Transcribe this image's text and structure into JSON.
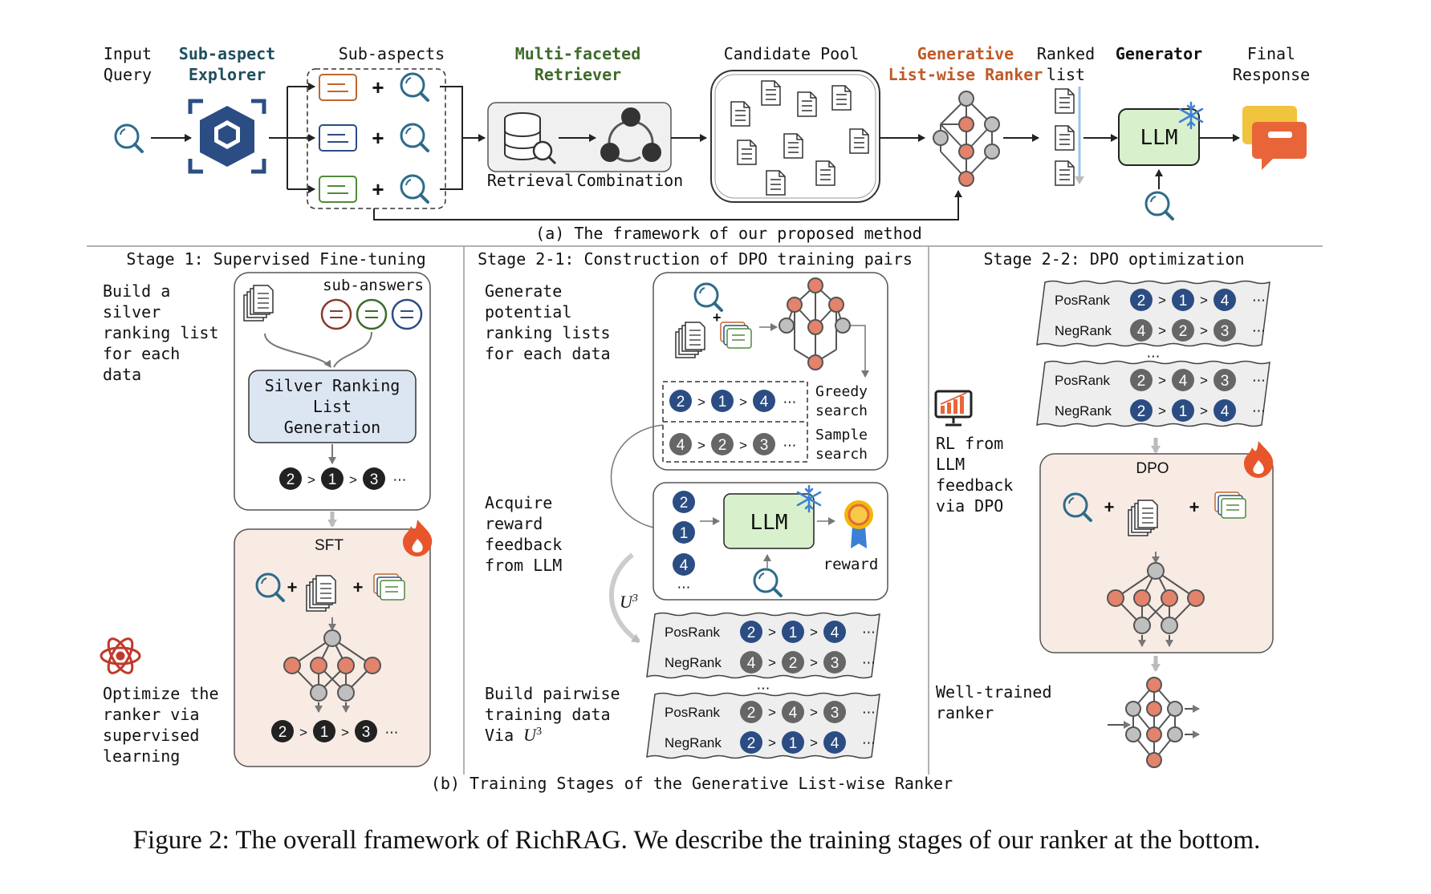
{
  "top": {
    "input_query": [
      "Input",
      "Query"
    ],
    "sub_aspect_explorer": [
      "Sub-aspect",
      "Explorer"
    ],
    "sub_aspects": "Sub-aspects",
    "multi_faceted_retriever": [
      "Multi-faceted",
      "Retriever"
    ],
    "retrieval": "Retrieval",
    "combination": "Combination",
    "candidate_pool": "Candidate Pool",
    "generative_ranker": [
      "Generative",
      "List-wise Ranker"
    ],
    "ranked_list": [
      "Ranked",
      "list"
    ],
    "generator": "Generator",
    "llm": "LLM",
    "final_response": [
      "Final",
      "Response"
    ],
    "caption_a": "(a) The framework of our proposed method"
  },
  "stage1": {
    "title": "Stage 1: Supervised Fine-tuning",
    "build_text": [
      "Build a",
      "silver",
      "ranking list",
      "for each",
      "data"
    ],
    "sub_answers": "sub-answers",
    "silver_box": [
      "Silver Ranking",
      "List",
      "Generation"
    ],
    "rank_a": [
      "2",
      "1",
      "3"
    ],
    "sft": "SFT",
    "optimize_text": [
      "Optimize the",
      "ranker via",
      "supervised",
      "learning"
    ],
    "rank_b": [
      "2",
      "1",
      "3"
    ]
  },
  "stage21": {
    "title": "Stage 2-1: Construction of DPO training pairs",
    "generate_text": [
      "Generate",
      "potential",
      "ranking lists",
      "for each data"
    ],
    "greedy": [
      "Greedy",
      "search"
    ],
    "sample": [
      "Sample",
      "search"
    ],
    "greedy_rank": [
      "2",
      "1",
      "4"
    ],
    "sample_rank": [
      "4",
      "2",
      "3"
    ],
    "acquire_text": [
      "Acquire",
      "reward",
      "feedback",
      "from LLM"
    ],
    "llm": "LLM",
    "reward": "reward",
    "col_nums": [
      "2",
      "1",
      "4"
    ],
    "u3": "U",
    "u3_sup": "3",
    "build_text": [
      "Build pairwise",
      "training data",
      "Via "
    ],
    "pairs": [
      {
        "pos_label": "PosRank",
        "pos": [
          "2",
          "1",
          "4"
        ],
        "neg_label": "NegRank",
        "neg": [
          "4",
          "2",
          "3"
        ]
      },
      {
        "pos_label": "PosRank",
        "pos": [
          "2",
          "4",
          "3"
        ],
        "neg_label": "NegRank",
        "neg": [
          "2",
          "1",
          "4"
        ]
      }
    ]
  },
  "stage22": {
    "title": "Stage 2-2: DPO optimization",
    "pairs": [
      {
        "pos_label": "PosRank",
        "pos": [
          "2",
          "1",
          "4"
        ],
        "neg_label": "NegRank",
        "neg": [
          "4",
          "2",
          "3"
        ]
      },
      {
        "pos_label": "PosRank",
        "pos": [
          "2",
          "4",
          "3"
        ],
        "neg_label": "NegRank",
        "neg": [
          "2",
          "1",
          "4"
        ]
      }
    ],
    "rl_text": [
      "RL from",
      "LLM",
      "feedback",
      "via DPO"
    ],
    "dpo": "DPO",
    "well_text": [
      "Well-trained",
      "ranker"
    ]
  },
  "caption_b": "(b) Training Stages of the Generative List-wise Ranker",
  "figure_caption": "Figure 2: The overall framework of RichRAG. We describe the training stages of our ranker at the bottom.",
  "colors": {
    "navy": "#2b4d83",
    "dark_teal": "#1f4e5f",
    "green_label": "#3d6b2a",
    "orange_label": "#c05a28",
    "node_orange": "#e4836b",
    "node_grey": "#bfbfbf",
    "llm_green": "#d8f0cc",
    "silver_blue": "#dce6f2",
    "peach": "#f7ebe4"
  }
}
